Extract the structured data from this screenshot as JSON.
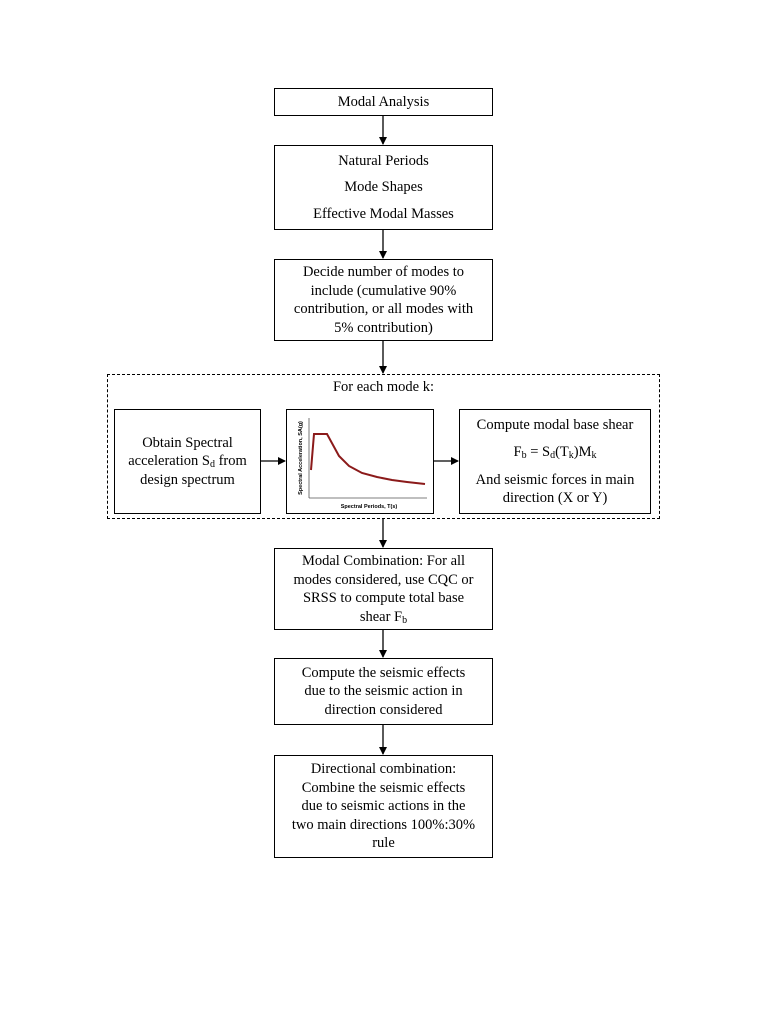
{
  "modal_analysis": "Modal Analysis",
  "natural_periods": "Natural Periods",
  "mode_shapes": "Mode Shapes",
  "effective_masses": "Effective Modal Masses",
  "decide_modes": {
    "l1": "Decide number of modes to",
    "l2": "include (cumulative 90%",
    "l3": "contribution, or all modes with",
    "l4": "5% contribution)"
  },
  "for_each_mode": "For each mode k:",
  "obtain_spectral": {
    "l1": "Obtain Spectral",
    "l2a": "acceleration S",
    "l2sub": "d",
    "l2b": " from",
    "l3": "design spectrum"
  },
  "spectrum_plot": {
    "ylabel": "Spectral Acceleration, SA(g)",
    "xlabel": "Spectral Periods, T(s)",
    "curve_color": "#8b1a1a"
  },
  "compute_shear": {
    "title": "Compute modal base shear",
    "f_F": "F",
    "f_b": "b",
    "f_eq": " = S",
    "f_d": "d",
    "f_T": "(T",
    "f_k1": "k",
    "f_M": ")M",
    "f_k2": "k",
    "l3": "And seismic forces in main",
    "l4": "direction (X or Y)"
  },
  "modal_combination": {
    "l1": "Modal Combination: For all",
    "l2": "modes considered, use CQC or",
    "l3": "SRSS to compute total base",
    "l4a": "shear F",
    "l4sub": "b"
  },
  "compute_effects": {
    "l1": "Compute the seismic effects",
    "l2": "due to the seismic action in",
    "l3": "direction considered"
  },
  "directional": {
    "l1": "Directional combination:",
    "l2": "Combine the seismic effects",
    "l3": "due to seismic actions in the",
    "l4": "two main directions 100%:30%",
    "l5": "rule"
  }
}
